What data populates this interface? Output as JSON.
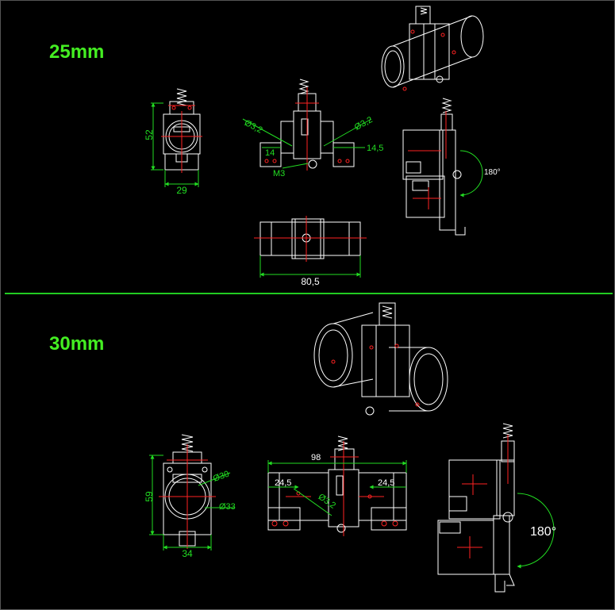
{
  "sections": [
    {
      "title": "25mm",
      "dims": {
        "height": "52",
        "width": "29",
        "hole_left": "Ø3,2",
        "hole_right": "Ø3,2",
        "offset_left": "14",
        "offset_right": "14,5",
        "screw": "M3",
        "length": "80,5",
        "rotation": "180°"
      }
    },
    {
      "title": "30mm",
      "dims": {
        "height": "59",
        "width": "34",
        "inner_dia": "Ø30",
        "outer_dia": "Ø33",
        "total_width": "98",
        "offset_left": "24,5",
        "offset_right": "24,5",
        "hole": "Ø3,2",
        "rotation": "180°"
      }
    }
  ],
  "colors": {
    "accent": "#44ee22",
    "line": "#ffffff",
    "dim": "#22dd22",
    "center": "#ff2222",
    "divider": "#22cc22"
  }
}
